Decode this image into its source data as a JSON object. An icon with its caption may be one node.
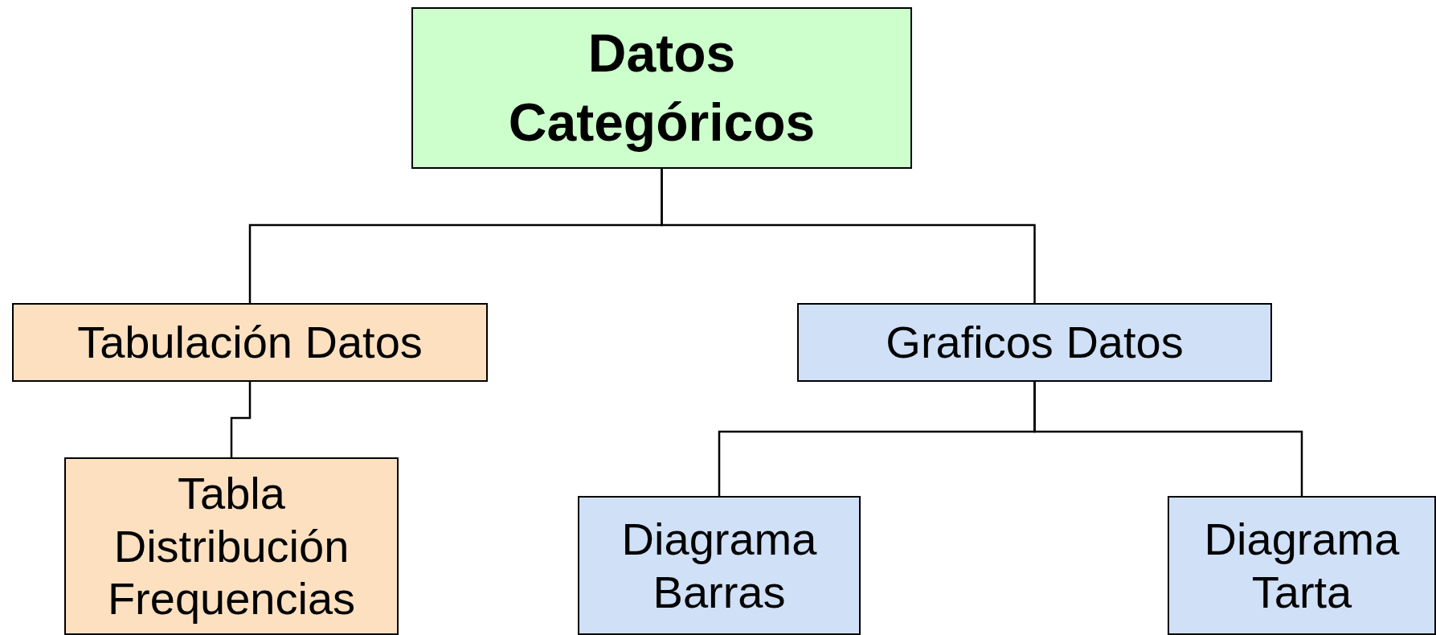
{
  "diagram": {
    "nodes": [
      {
        "text": [
          "Datos Categóricos"
        ]
      },
      {
        "text": [
          "Tabulación Datos"
        ]
      },
      {
        "text": [
          "Graficos Datos"
        ]
      },
      {
        "text": [
          "Tabla Distribución Frequencias"
        ]
      },
      {
        "text": [
          "Diagrama Barras"
        ]
      },
      {
        "text": [
          "Diagrama Tarta"
        ]
      }
    ],
    "edges": [
      {
        "from": 0,
        "to": 1,
        "arrow": "none"
      },
      {
        "from": 0,
        "to": 2,
        "arrow": "none"
      },
      {
        "from": 1,
        "to": 3,
        "arrow": "none"
      },
      {
        "from": 2,
        "to": 4,
        "arrow": "none"
      },
      {
        "from": 2,
        "to": 5,
        "arrow": "none"
      }
    ]
  }
}
